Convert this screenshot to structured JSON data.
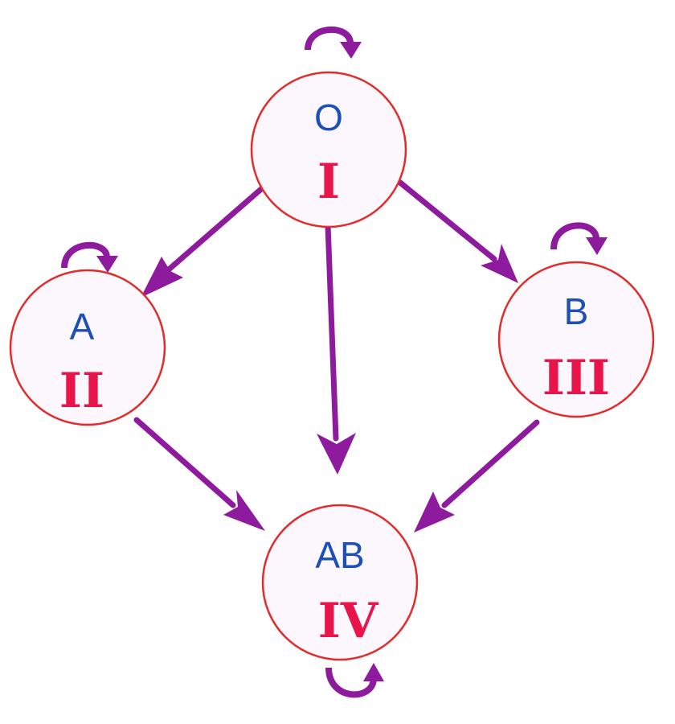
{
  "nodes": {
    "o": {
      "letter": "O",
      "roman": "I"
    },
    "a": {
      "letter": "A",
      "roman": "II"
    },
    "b": {
      "letter": "B",
      "roman": "III"
    },
    "ab": {
      "letter": "AB",
      "roman": "IV"
    }
  },
  "colors": {
    "circle_stroke": "#e32b2b",
    "letter": "#1c4fb8",
    "roman": "#e8154a",
    "arrow": "#8e1a9e"
  }
}
